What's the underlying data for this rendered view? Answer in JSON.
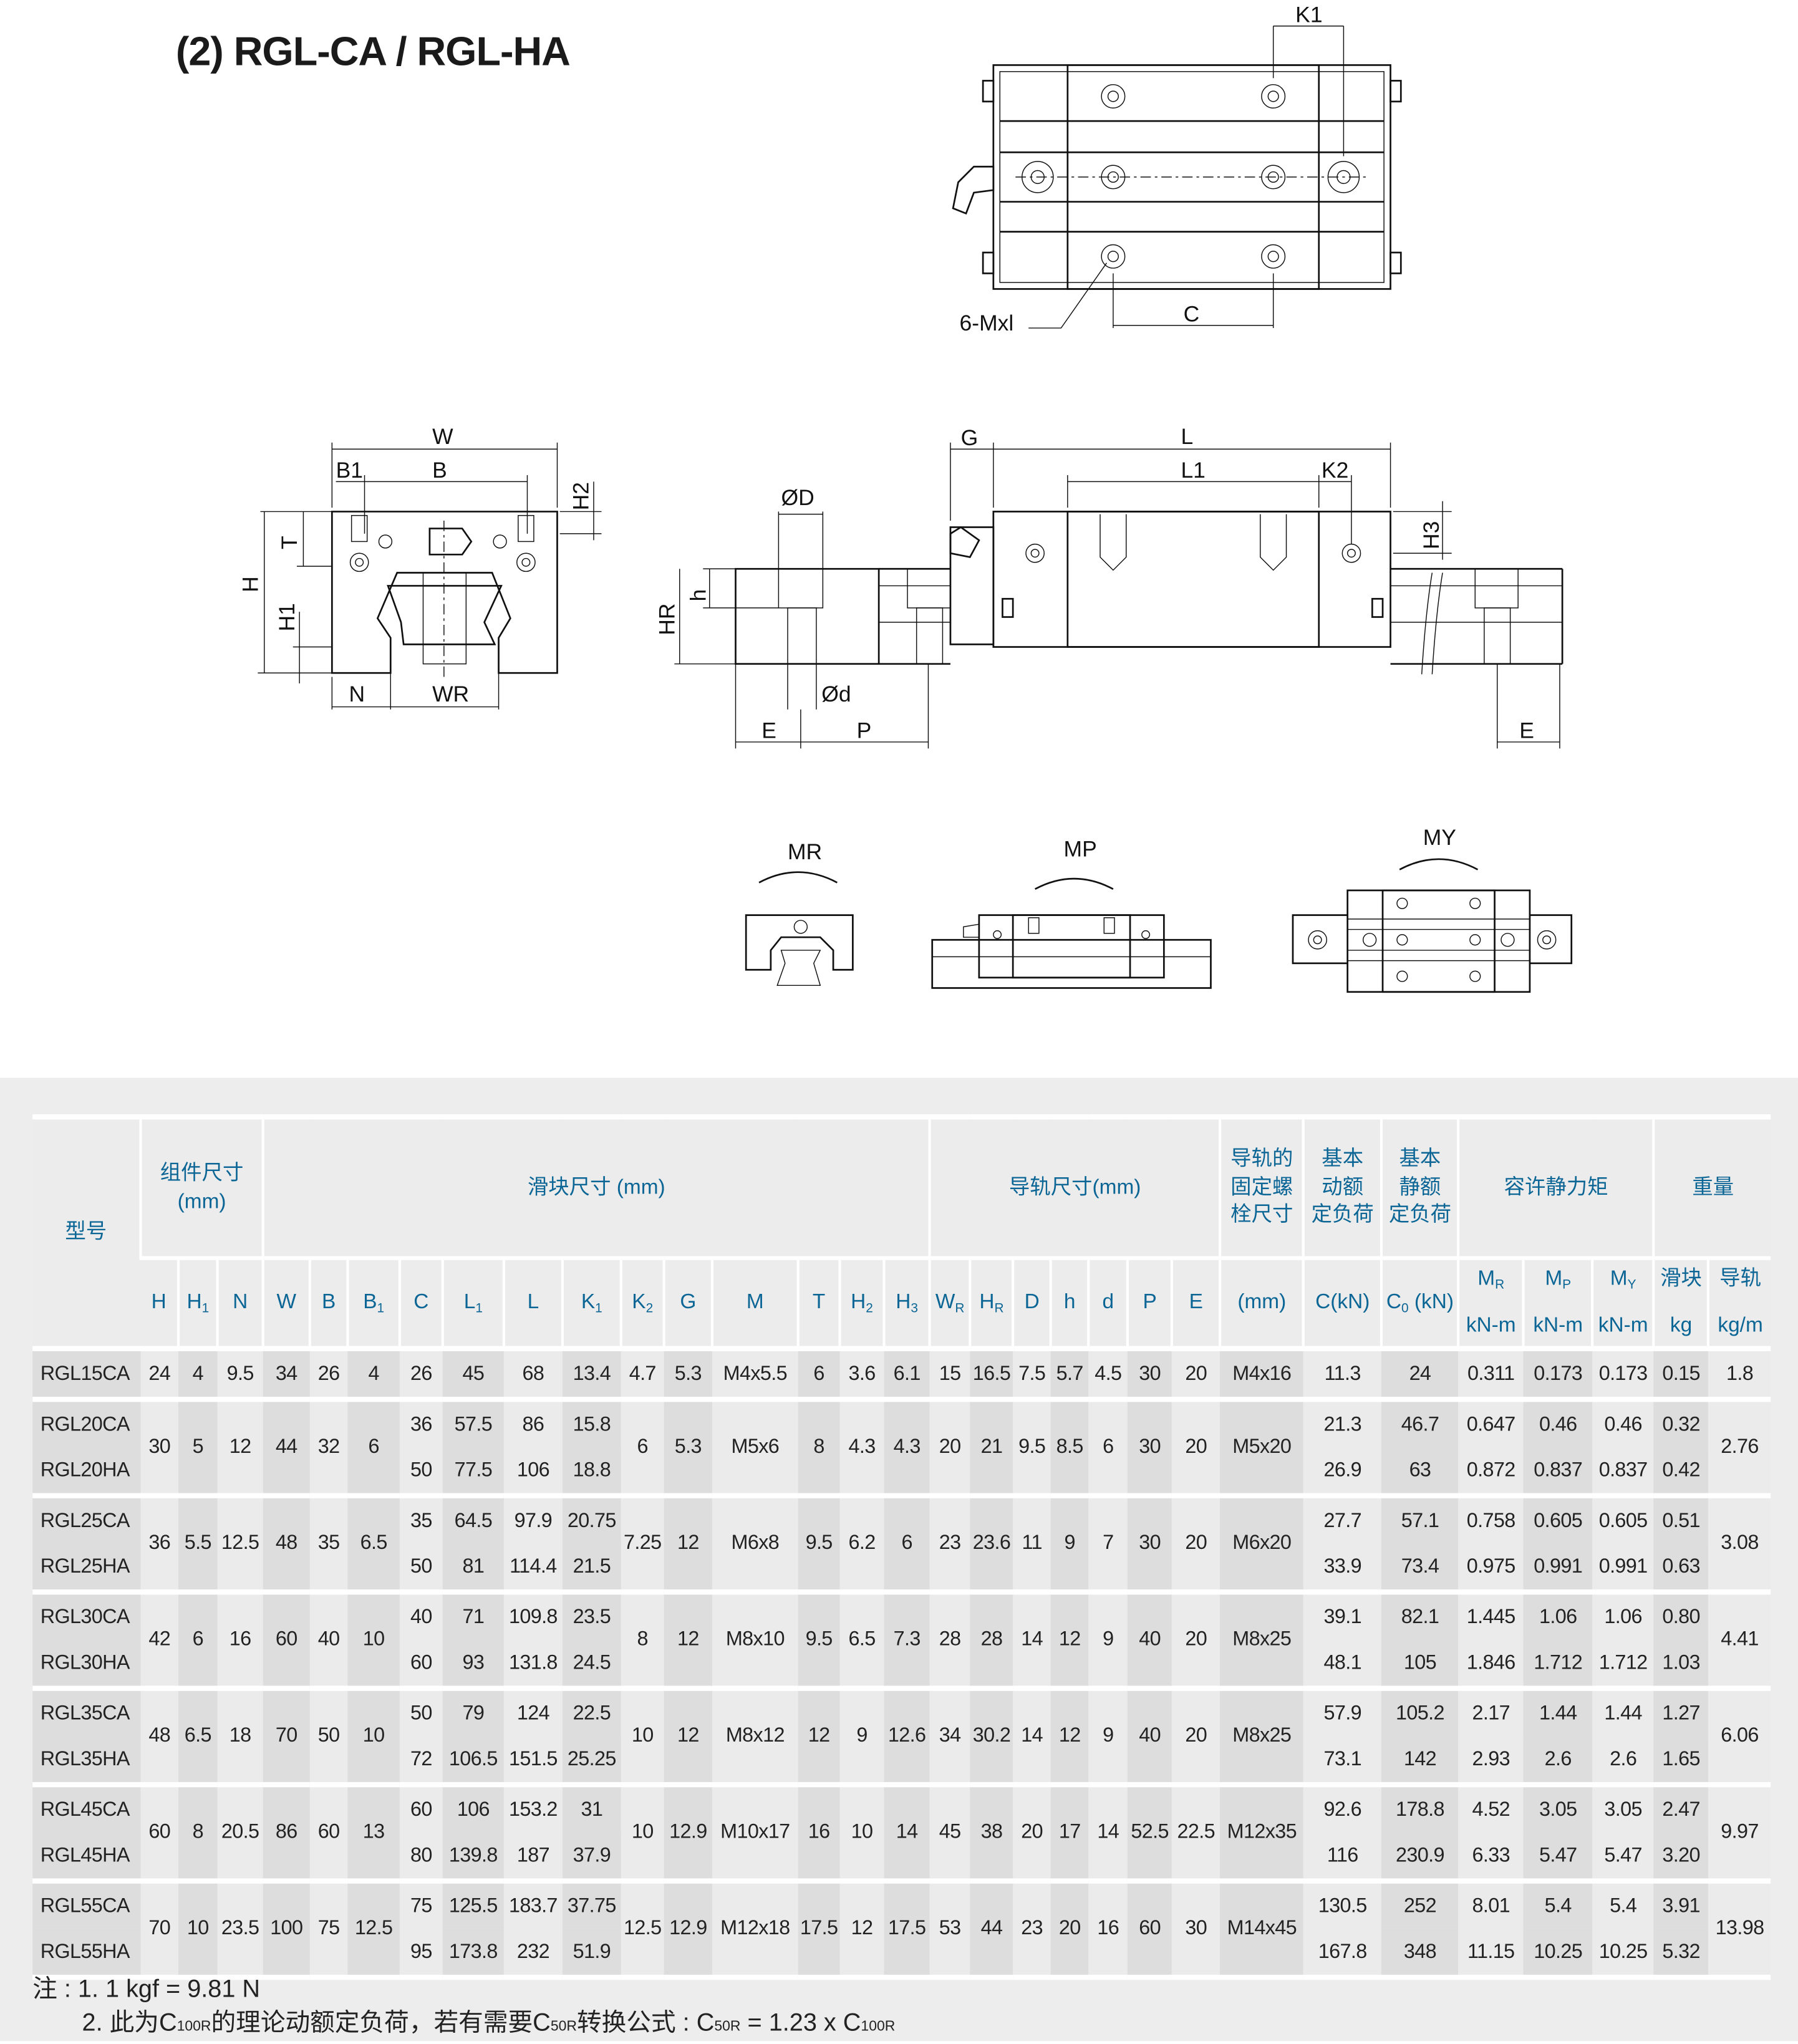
{
  "title": "(2) RGL-CA / RGL-HA",
  "drawings": {
    "top_view": {
      "k1": "K1",
      "mxl": "6-Mxl",
      "c": "C"
    },
    "front_view": {
      "w": "W",
      "b1": "B1",
      "b": "B",
      "h2": "H2",
      "t": "T",
      "h": "H",
      "h1": "H1",
      "n": "N",
      "wr": "WR"
    },
    "side_view": {
      "od": "ØD",
      "h": "h",
      "hr": "HR",
      "od_small": "Ød",
      "e_left": "E",
      "p": "P",
      "g": "G",
      "l": "L",
      "l1": "L1",
      "k2": "K2",
      "h3": "H3",
      "e_right": "E"
    },
    "moments": {
      "mr": "MR",
      "mp": "MP",
      "my": "MY"
    }
  },
  "table": {
    "header": {
      "model": "型号",
      "assembly": "组件尺寸",
      "assembly_unit": "(mm)",
      "block": "滑块尺寸 (mm)",
      "rail": "导轨尺寸(mm)",
      "bolt": [
        "导轨的",
        "固定螺",
        "栓尺寸"
      ],
      "dynamic": [
        "基本",
        "动额",
        "定负荷"
      ],
      "static": [
        "基本",
        "静额",
        "定负荷"
      ],
      "moment": "容许静力矩",
      "weight": "重量",
      "cols": [
        {
          "m": "H",
          "s": ""
        },
        {
          "m": "H",
          "s": "1"
        },
        {
          "m": "N",
          "s": ""
        },
        {
          "m": "W",
          "s": ""
        },
        {
          "m": "B",
          "s": ""
        },
        {
          "m": "B",
          "s": "1"
        },
        {
          "m": "C",
          "s": ""
        },
        {
          "m": "L",
          "s": "1"
        },
        {
          "m": "L",
          "s": ""
        },
        {
          "m": "K",
          "s": "1"
        },
        {
          "m": "K",
          "s": "2"
        },
        {
          "m": "G",
          "s": ""
        },
        {
          "m": "M",
          "s": ""
        },
        {
          "m": "T",
          "s": ""
        },
        {
          "m": "H",
          "s": "2"
        },
        {
          "m": "H",
          "s": "3"
        },
        {
          "m": "W",
          "s": "R"
        },
        {
          "m": "H",
          "s": "R"
        },
        {
          "m": "D",
          "s": ""
        },
        {
          "m": "h",
          "s": ""
        },
        {
          "m": "d",
          "s": ""
        },
        {
          "m": "P",
          "s": ""
        },
        {
          "m": "E",
          "s": ""
        },
        {
          "m": "(mm)",
          "s": ""
        },
        {
          "m": "C(kN)",
          "s": ""
        },
        {
          "m": "C",
          "s": "0",
          "t": " (kN)"
        }
      ],
      "moment_cols": [
        {
          "m": "M",
          "s": "R",
          "u": "kN-m"
        },
        {
          "m": "M",
          "s": "P",
          "u": "kN-m"
        },
        {
          "m": "M",
          "s": "Y",
          "u": "kN-m"
        }
      ],
      "weight_cols": [
        {
          "m": "滑块",
          "u": "kg"
        },
        {
          "m": "导轨",
          "u": "kg/m"
        }
      ]
    },
    "groups": [
      {
        "shared": {
          "H": "24",
          "H1": "4",
          "N": "9.5",
          "W": "34",
          "B": "26",
          "B1": "4",
          "K2": "4.7",
          "G": "5.3",
          "M": "M4x5.5",
          "T": "6",
          "H2": "3.6",
          "H3": "6.1",
          "WR": "15",
          "HR": "16.5",
          "D": "7.5",
          "h": "5.7",
          "d": "4.5",
          "P": "30",
          "E": "20",
          "bolt": "M4x16",
          "kgm": "1.8"
        },
        "rows": [
          {
            "model": "RGL15CA",
            "C": "26",
            "L1": "45",
            "L": "68",
            "K1": "13.4",
            "Cdyn": "11.3",
            "C0": "24",
            "MR": "0.311",
            "MP": "0.173",
            "MY": "0.173",
            "kg": "0.15"
          }
        ]
      },
      {
        "shared": {
          "H": "30",
          "H1": "5",
          "N": "12",
          "W": "44",
          "B": "32",
          "B1": "6",
          "K2": "6",
          "G": "5.3",
          "M": "M5x6",
          "T": "8",
          "H2": "4.3",
          "H3": "4.3",
          "WR": "20",
          "HR": "21",
          "D": "9.5",
          "h": "8.5",
          "d": "6",
          "P": "30",
          "E": "20",
          "bolt": "M5x20",
          "kgm": "2.76"
        },
        "rows": [
          {
            "model": "RGL20CA",
            "C": "36",
            "L1": "57.5",
            "L": "86",
            "K1": "15.8",
            "Cdyn": "21.3",
            "C0": "46.7",
            "MR": "0.647",
            "MP": "0.46",
            "MY": "0.46",
            "kg": "0.32"
          },
          {
            "model": "RGL20HA",
            "C": "50",
            "L1": "77.5",
            "L": "106",
            "K1": "18.8",
            "Cdyn": "26.9",
            "C0": "63",
            "MR": "0.872",
            "MP": "0.837",
            "MY": "0.837",
            "kg": "0.42"
          }
        ]
      },
      {
        "shared": {
          "H": "36",
          "H1": "5.5",
          "N": "12.5",
          "W": "48",
          "B": "35",
          "B1": "6.5",
          "K2": "7.25",
          "G": "12",
          "M": "M6x8",
          "T": "9.5",
          "H2": "6.2",
          "H3": "6",
          "WR": "23",
          "HR": "23.6",
          "D": "11",
          "h": "9",
          "d": "7",
          "P": "30",
          "E": "20",
          "bolt": "M6x20",
          "kgm": "3.08"
        },
        "rows": [
          {
            "model": "RGL25CA",
            "C": "35",
            "L1": "64.5",
            "L": "97.9",
            "K1": "20.75",
            "Cdyn": "27.7",
            "C0": "57.1",
            "MR": "0.758",
            "MP": "0.605",
            "MY": "0.605",
            "kg": "0.51"
          },
          {
            "model": "RGL25HA",
            "C": "50",
            "L1": "81",
            "L": "114.4",
            "K1": "21.5",
            "Cdyn": "33.9",
            "C0": "73.4",
            "MR": "0.975",
            "MP": "0.991",
            "MY": "0.991",
            "kg": "0.63"
          }
        ]
      },
      {
        "shared": {
          "H": "42",
          "H1": "6",
          "N": "16",
          "W": "60",
          "B": "40",
          "B1": "10",
          "K2": "8",
          "G": "12",
          "M": "M8x10",
          "T": "9.5",
          "H2": "6.5",
          "H3": "7.3",
          "WR": "28",
          "HR": "28",
          "D": "14",
          "h": "12",
          "d": "9",
          "P": "40",
          "E": "20",
          "bolt": "M8x25",
          "kgm": "4.41"
        },
        "rows": [
          {
            "model": "RGL30CA",
            "C": "40",
            "L1": "71",
            "L": "109.8",
            "K1": "23.5",
            "Cdyn": "39.1",
            "C0": "82.1",
            "MR": "1.445",
            "MP": "1.06",
            "MY": "1.06",
            "kg": "0.80"
          },
          {
            "model": "RGL30HA",
            "C": "60",
            "L1": "93",
            "L": "131.8",
            "K1": "24.5",
            "Cdyn": "48.1",
            "C0": "105",
            "MR": "1.846",
            "MP": "1.712",
            "MY": "1.712",
            "kg": "1.03"
          }
        ]
      },
      {
        "shared": {
          "H": "48",
          "H1": "6.5",
          "N": "18",
          "W": "70",
          "B": "50",
          "B1": "10",
          "K2": "10",
          "G": "12",
          "M": "M8x12",
          "T": "12",
          "H2": "9",
          "H3": "12.6",
          "WR": "34",
          "HR": "30.2",
          "D": "14",
          "h": "12",
          "d": "9",
          "P": "40",
          "E": "20",
          "bolt": "M8x25",
          "kgm": "6.06"
        },
        "rows": [
          {
            "model": "RGL35CA",
            "C": "50",
            "L1": "79",
            "L": "124",
            "K1": "22.5",
            "Cdyn": "57.9",
            "C0": "105.2",
            "MR": "2.17",
            "MP": "1.44",
            "MY": "1.44",
            "kg": "1.27"
          },
          {
            "model": "RGL35HA",
            "C": "72",
            "L1": "106.5",
            "L": "151.5",
            "K1": "25.25",
            "Cdyn": "73.1",
            "C0": "142",
            "MR": "2.93",
            "MP": "2.6",
            "MY": "2.6",
            "kg": "1.65"
          }
        ]
      },
      {
        "shared": {
          "H": "60",
          "H1": "8",
          "N": "20.5",
          "W": "86",
          "B": "60",
          "B1": "13",
          "K2": "10",
          "G": "12.9",
          "M": "M10x17",
          "T": "16",
          "H2": "10",
          "H3": "14",
          "WR": "45",
          "HR": "38",
          "D": "20",
          "h": "17",
          "d": "14",
          "P": "52.5",
          "E": "22.5",
          "bolt": "M12x35",
          "kgm": "9.97"
        },
        "rows": [
          {
            "model": "RGL45CA",
            "C": "60",
            "L1": "106",
            "L": "153.2",
            "K1": "31",
            "Cdyn": "92.6",
            "C0": "178.8",
            "MR": "4.52",
            "MP": "3.05",
            "MY": "3.05",
            "kg": "2.47"
          },
          {
            "model": "RGL45HA",
            "C": "80",
            "L1": "139.8",
            "L": "187",
            "K1": "37.9",
            "Cdyn": "116",
            "C0": "230.9",
            "MR": "6.33",
            "MP": "5.47",
            "MY": "5.47",
            "kg": "3.20"
          }
        ]
      },
      {
        "shared": {
          "H": "70",
          "H1": "10",
          "N": "23.5",
          "W": "100",
          "B": "75",
          "B1": "12.5",
          "K2": "12.5",
          "G": "12.9",
          "M": "M12x18",
          "T": "17.5",
          "H2": "12",
          "H3": "17.5",
          "WR": "53",
          "HR": "44",
          "D": "23",
          "h": "20",
          "d": "16",
          "P": "60",
          "E": "30",
          "bolt": "M14x45",
          "kgm": "13.98"
        },
        "rows": [
          {
            "model": "RGL55CA",
            "C": "75",
            "L1": "125.5",
            "L": "183.7",
            "K1": "37.75",
            "Cdyn": "130.5",
            "C0": "252",
            "MR": "8.01",
            "MP": "5.4",
            "MY": "5.4",
            "kg": "3.91"
          },
          {
            "model": "RGL55HA",
            "C": "95",
            "L1": "173.8",
            "L": "232",
            "K1": "51.9",
            "Cdyn": "167.8",
            "C0": "348",
            "MR": "11.15",
            "MP": "10.25",
            "MY": "10.25",
            "kg": "5.32"
          }
        ]
      }
    ]
  },
  "notes": {
    "prefix": "注 : 1.  1 kgf = 9.81 N",
    "line2_a": "2.  此为C",
    "line2_sub1": "100R",
    "line2_b": "的理论动额定负荷，若有需要C",
    "line2_sub2": "50R",
    "line2_c": "转换公式 : C",
    "line2_sub3": "50R",
    "line2_d": " = 1.23 x C",
    "line2_sub4": "100R"
  }
}
